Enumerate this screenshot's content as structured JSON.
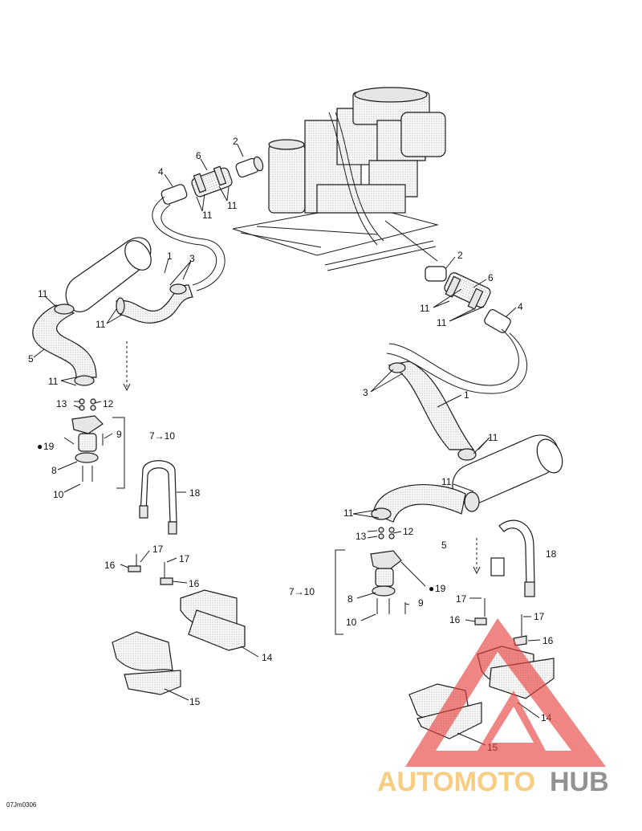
{
  "labels": {
    "l1a": "1",
    "l1b": "1",
    "l2a": "2",
    "l2b": "2",
    "l3a": "3",
    "l3b": "3",
    "l4a": "4",
    "l4b": "4",
    "l5a": "5",
    "l5b": "5",
    "l6a": "6",
    "l6b": "6",
    "l11a": "11",
    "l11b": "11",
    "l11c": "11",
    "l11d": "11",
    "l11e": "11",
    "l11f": "11",
    "l11g": "11",
    "l11h": "11",
    "l11i": "11",
    "l11j": "11",
    "l12a": "12",
    "l12b": "12",
    "l13a": "13",
    "l13b": "13",
    "l19a": "19",
    "l19b": "19",
    "l9a": "9",
    "l9b": "9",
    "l8a": "8",
    "l8b": "8",
    "l10a": "10",
    "l10b": "10",
    "l710a": "7→10",
    "l710b": "7→10",
    "l18a": "18",
    "l18b": "18",
    "l17a": "17",
    "l17b": "17",
    "l17c": "17",
    "l17d": "17",
    "l16a": "16",
    "l16b": "16",
    "l16c": "16",
    "l16d": "16",
    "l14a": "14",
    "l14b": "14",
    "l15a": "15",
    "l15b": "15"
  },
  "reference_code": "07Jm0306",
  "watermark": {
    "part1": "AUTOMOTO",
    "part2": "HUB",
    "color_primary": "#e8413f",
    "color_secondary": "#f7c46c",
    "color_tertiary": "#808080"
  }
}
